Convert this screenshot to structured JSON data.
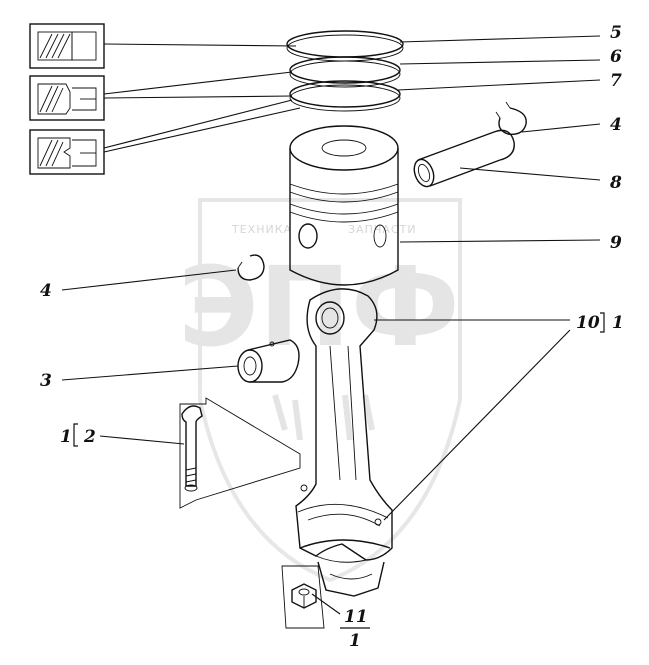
{
  "watermark": {
    "big_text": "ЭПФ",
    "left_text": "ТЕХНИКА",
    "right_text": "ЗАПЧАСТИ"
  },
  "callouts": {
    "c5": "5",
    "c6": "6",
    "c7": "7",
    "c4_top": "4",
    "c8": "8",
    "c9": "9",
    "c4_left": "4",
    "c10": "10",
    "c10_qty": "1",
    "c3": "3",
    "c1": "1",
    "c2": "2",
    "c11": "11",
    "c11_qty": "1"
  }
}
